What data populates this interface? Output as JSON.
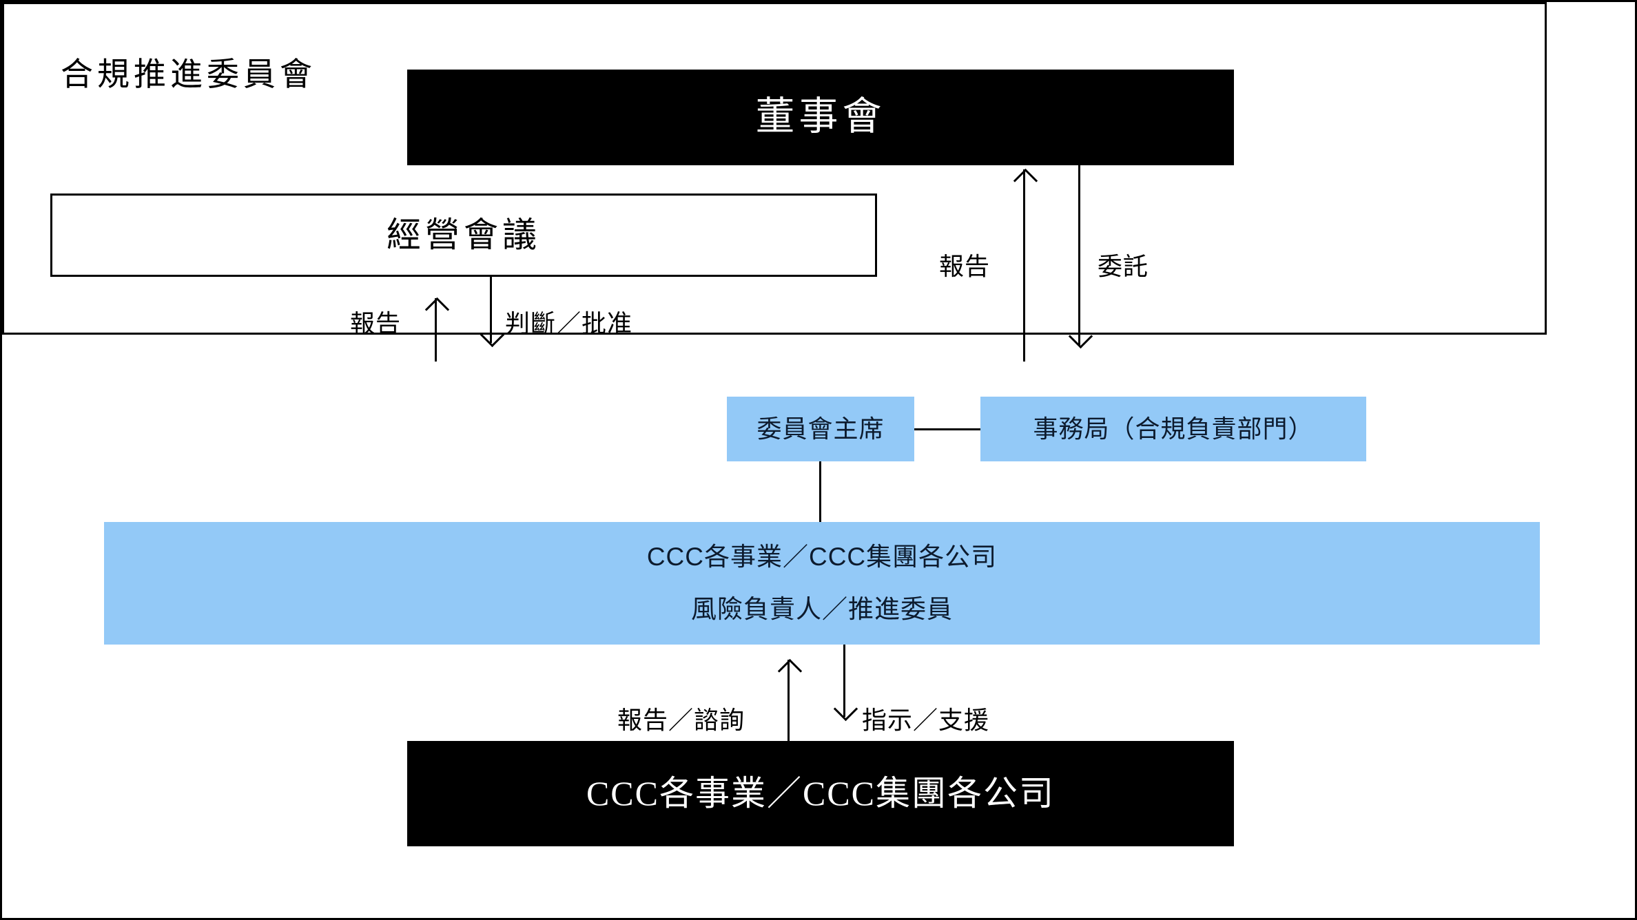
{
  "diagram": {
    "title_top": "董事會",
    "management_meeting": "經營會議",
    "committee": {
      "title": "合規推進委員會",
      "chair": "委員會主席",
      "secretariat": "事務局（合規負責部門）",
      "units_line1": "CCC各事業／CCC集團各公司",
      "units_line2": "風險負責人／推進委員"
    },
    "bottom_title": "CCC各事業／CCC集團各公司",
    "connectors": {
      "mgmt_report": "報告",
      "mgmt_decision": "判斷／批准",
      "board_report": "報告",
      "board_delegate": "委託",
      "unit_report": "報告／諮詢",
      "unit_instruct": "指示／支援"
    },
    "colors": {
      "blue_fill": "#93c9f7",
      "black_fill": "#000000",
      "line": "#000000",
      "blue_text": "#0d1b2e"
    }
  }
}
